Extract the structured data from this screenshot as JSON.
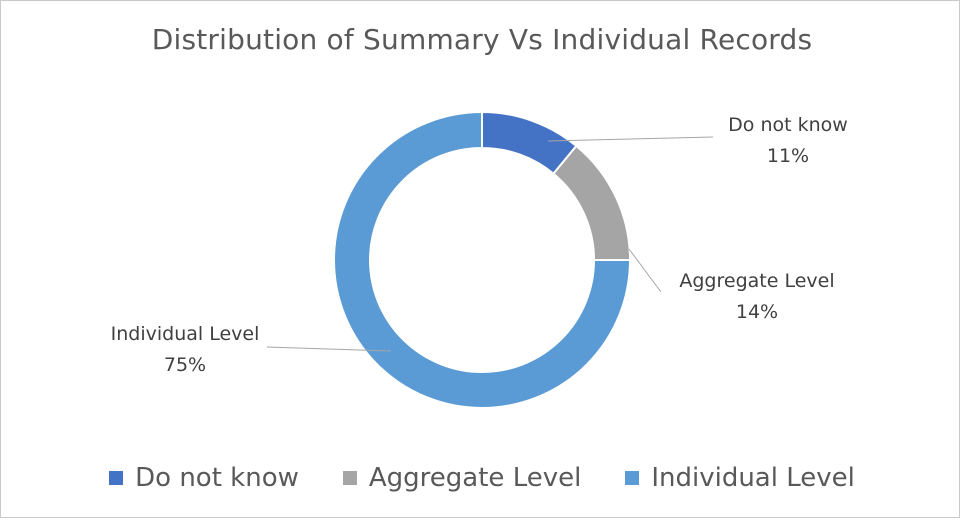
{
  "chart_data": {
    "type": "pie",
    "title": "Distribution of Summary Vs Individual Records",
    "donut": true,
    "legend_position": "bottom",
    "slices": [
      {
        "name": "Do not know",
        "value": 11,
        "label": "11%",
        "color": "#4472c4"
      },
      {
        "name": "Aggregate Level",
        "value": 14,
        "label": "14%",
        "color": "#a5a5a5"
      },
      {
        "name": "Individual Level",
        "value": 75,
        "label": "75%",
        "color": "#5b9bd5"
      }
    ]
  }
}
